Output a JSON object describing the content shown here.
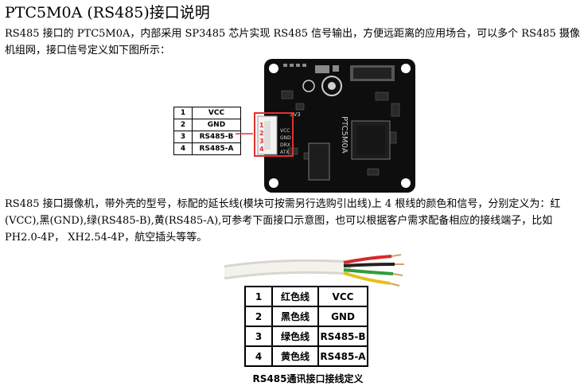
{
  "title": "PTC5M0A (RS485)接口说明",
  "para1": "RS485 接口的 PTC5M0A，内部采用 SP3485 芯片实现 RS485 信号输出，方便远距离的应用场合，可以多个 RS485 摄像机组网，接口信号定义如下图所示：",
  "pin_table": [
    {
      "num": "1",
      "signal": "VCC"
    },
    {
      "num": "2",
      "signal": "GND"
    },
    {
      "num": "3",
      "signal": "RS485-B"
    },
    {
      "num": "4",
      "signal": "RS485-A"
    }
  ],
  "connector_pins": [
    "1",
    "2",
    "3",
    "4"
  ],
  "board": {
    "silk_labels": [
      "VCC",
      "GND",
      "DRX",
      "ATX",
      "3V3",
      "PTC5M0A"
    ],
    "colors": {
      "pcb": "#0e0e0e",
      "connector": "#f2f2f2",
      "highlight": "#e23030"
    }
  },
  "para2": "RS485 接口摄像机，带外壳的型号，标配的延长线(模块可按需另行选购引出线)上 4 根线的颜色和信号，分别定义为：红(VCC),黑(GND),绿(RS485-B),黄(RS485-A),可参考下面接口示意图，也可以根据客户需求配备相应的接线端子，比如 PH2.0-4P， XH2.54-4P，航空插头等等。",
  "cable": {
    "wire_colors": [
      "#d42a2a",
      "#222222",
      "#2e9e3a",
      "#e3c21a"
    ]
  },
  "wire_table": [
    {
      "num": "1",
      "color": "红色线",
      "signal": "VCC"
    },
    {
      "num": "2",
      "color": "黑色线",
      "signal": "GND"
    },
    {
      "num": "3",
      "color": "绿色线",
      "signal": "RS485-B"
    },
    {
      "num": "4",
      "color": "黄色线",
      "signal": "RS485-A"
    }
  ],
  "caption": "RS485通讯接口接线定义"
}
